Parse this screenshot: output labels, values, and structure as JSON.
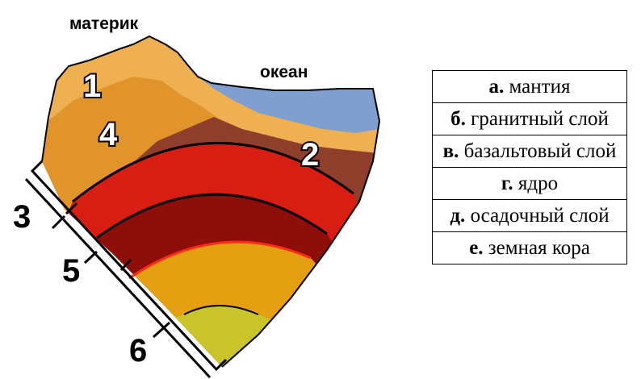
{
  "labels": {
    "continent": "материк",
    "ocean": "океан"
  },
  "numbers": {
    "n1": "1",
    "n2": "2",
    "n3": "3",
    "n4": "4",
    "n5": "5",
    "n6": "6"
  },
  "legend": [
    {
      "key": "а.",
      "text": "мантия"
    },
    {
      "key": "б.",
      "text": "гранитный слой"
    },
    {
      "key": "в.",
      "text": "базальтовый слой"
    },
    {
      "key": "г.",
      "text": "ядро"
    },
    {
      "key": "д.",
      "text": "осадочный слой"
    },
    {
      "key": "е.",
      "text": "земная кора"
    }
  ],
  "colors": {
    "sediment": "#eeb050",
    "granite": "#e0942a",
    "basalt": "#8e3e2a",
    "ocean": "#7f9fd0",
    "upper_mantle": "#d81d12",
    "lower_mantle": "#8e0f0a",
    "outer_core": "#e4a010",
    "inner_core": "#c8c42a"
  }
}
